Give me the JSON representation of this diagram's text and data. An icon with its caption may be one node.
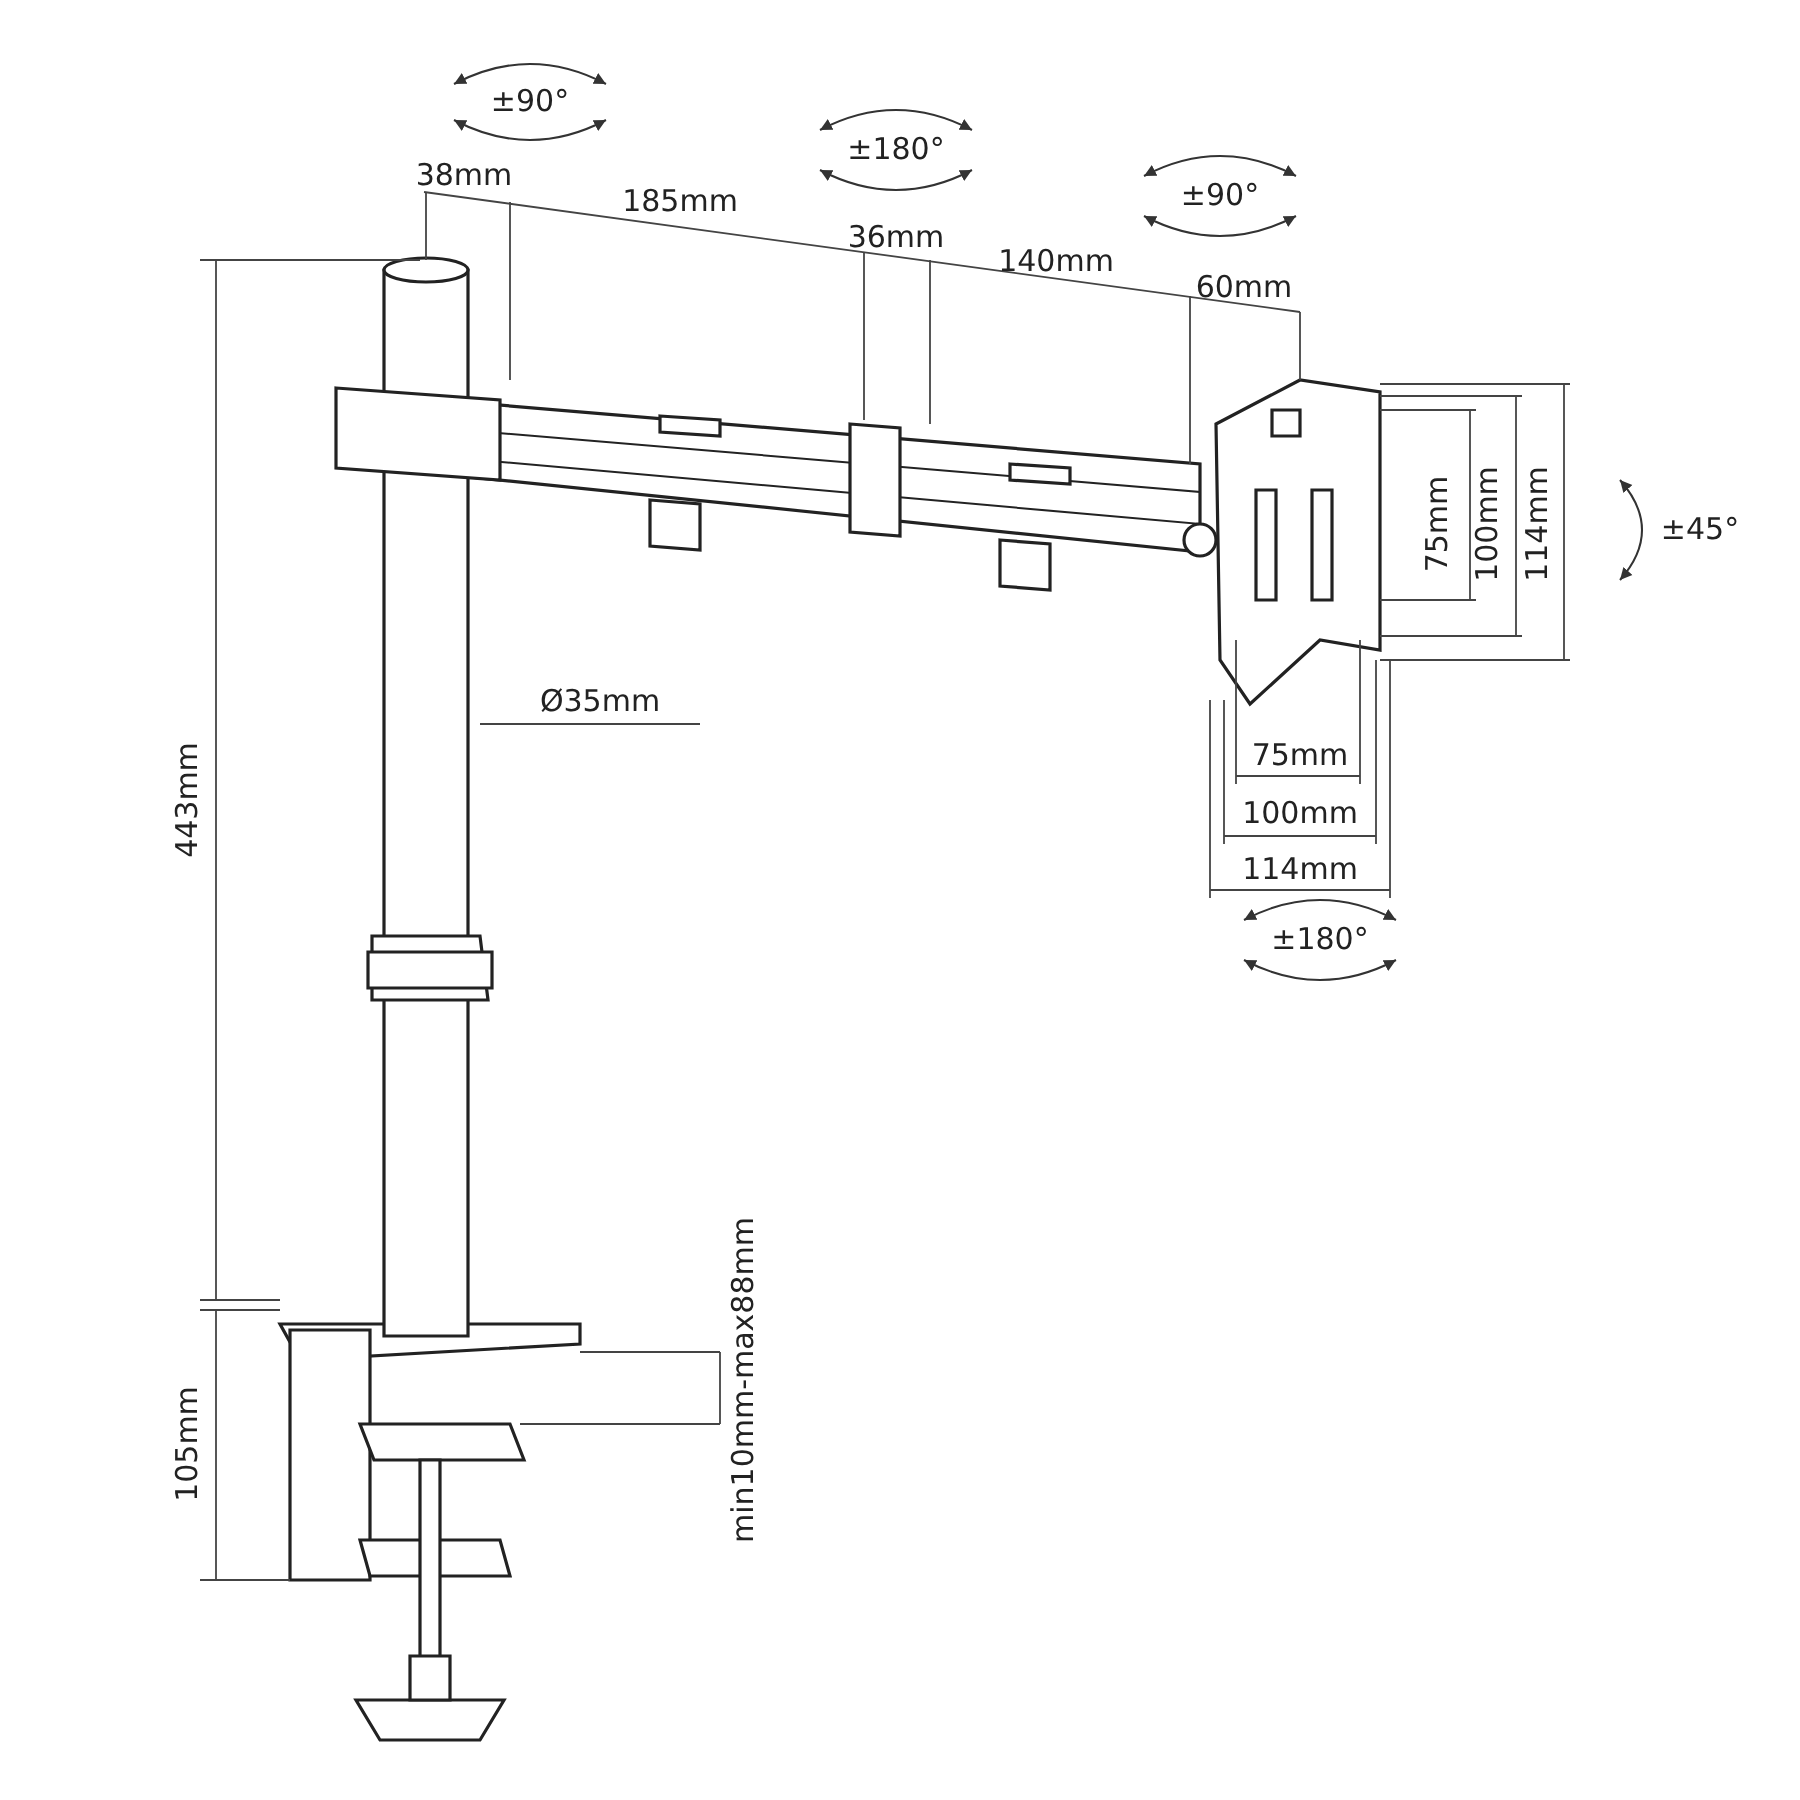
{
  "diagram": {
    "labels": [
      "±90°",
      "±180°",
      "±90°",
      "38mm",
      "185mm",
      "36mm",
      "140mm",
      "60mm",
      "±45°",
      "75mm",
      "100mm",
      "114mm",
      "Ø35mm",
      "443mm",
      "75mm",
      "100mm",
      "114mm",
      "±180°",
      "min10mm-max88mm",
      "105mm"
    ]
  }
}
